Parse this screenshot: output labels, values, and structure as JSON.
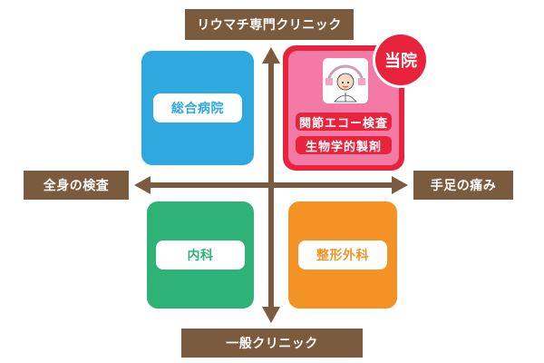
{
  "axis": {
    "top_label": "リウマチ専門クリニック",
    "bottom_label": "一般クリニック",
    "left_label": "全身の検査",
    "right_label": "手足の痛み"
  },
  "quadrants": {
    "top_left": {
      "label": "総合病院"
    },
    "top_right": {
      "badge": "当院",
      "tags": [
        "関節エコー検査",
        "生物学的製剤"
      ]
    },
    "bottom_left": {
      "label": "内科"
    },
    "bottom_right": {
      "label": "整形外科"
    }
  },
  "colors": {
    "axis_brown": "#7b5a40",
    "axis_label_bg": "#7b5b3e",
    "top_left": "#2fa8e0",
    "top_right_border": "#e8243c",
    "top_right_fill": "#f47aa6",
    "top_right_tag": "#e8243c",
    "bottom_left": "#2fb276",
    "bottom_right": "#f39325"
  },
  "icons": {
    "logo": "clinic-doctor-logo-icon"
  }
}
